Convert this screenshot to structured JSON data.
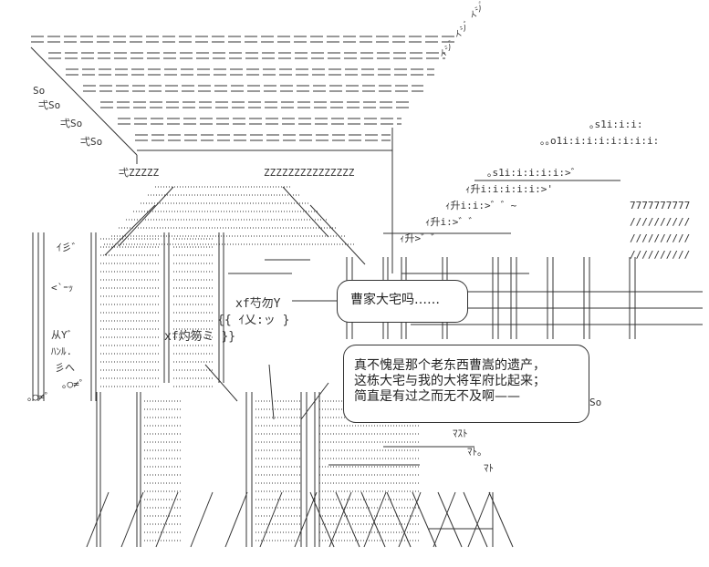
{
  "panel": {
    "type": "ascii-art-comic-panel",
    "bubbles": [
      {
        "id": "small",
        "text": "曹家大宅吗……"
      },
      {
        "id": "large",
        "lines": [
          "真不愧是那个老东西曹嵩的遗产，",
          "这栋大宅与我的大将军府比起来；",
          "简直是有过之而无不及啊——"
        ]
      }
    ],
    "decor_text": {
      "katakana_ray": "イシ゛イシ゛イシ゛イシ゛",
      "so_marks": [
        "So",
        "弌So",
        "弌So",
        "弌So",
        "弌ZZZZZ"
      ],
      "roof_z": "ZZZZZZZZZZZZZZZ",
      "right_s1": [
        "｡s1i:i:i:",
        "｡｡o1i:i:i:i:i:i:i:i:",
        "｡s1i:i:i:i:i:>゛",
        "ｨ升i:i:i:i:i:>'",
        "ｨ升i:i:>゛゛~",
        "ｨ升i:>゛゛",
        "ｨ升>゛゛"
      ],
      "right_grid": [
        "7777777777",
        "//////////",
        "//////////",
        "//////////"
      ],
      "left_marks": [
        "ｲ彡゛",
        "<`ｰｯ",
        "从Y゛",
        "ﾊﾝﾙ.",
        "彡へ"
      ],
      "face_marks": [
        "xf芍勿Y",
        "{{ ｲ乂:ッ }",
        "xf灼笏ミ }}"
      ],
      "bottom_marks": [
        "ﾏｽﾄ",
        "ﾏﾄ。",
        "ﾏﾄ",
        "So"
      ],
      "circles": "｡○≠゜"
    }
  }
}
